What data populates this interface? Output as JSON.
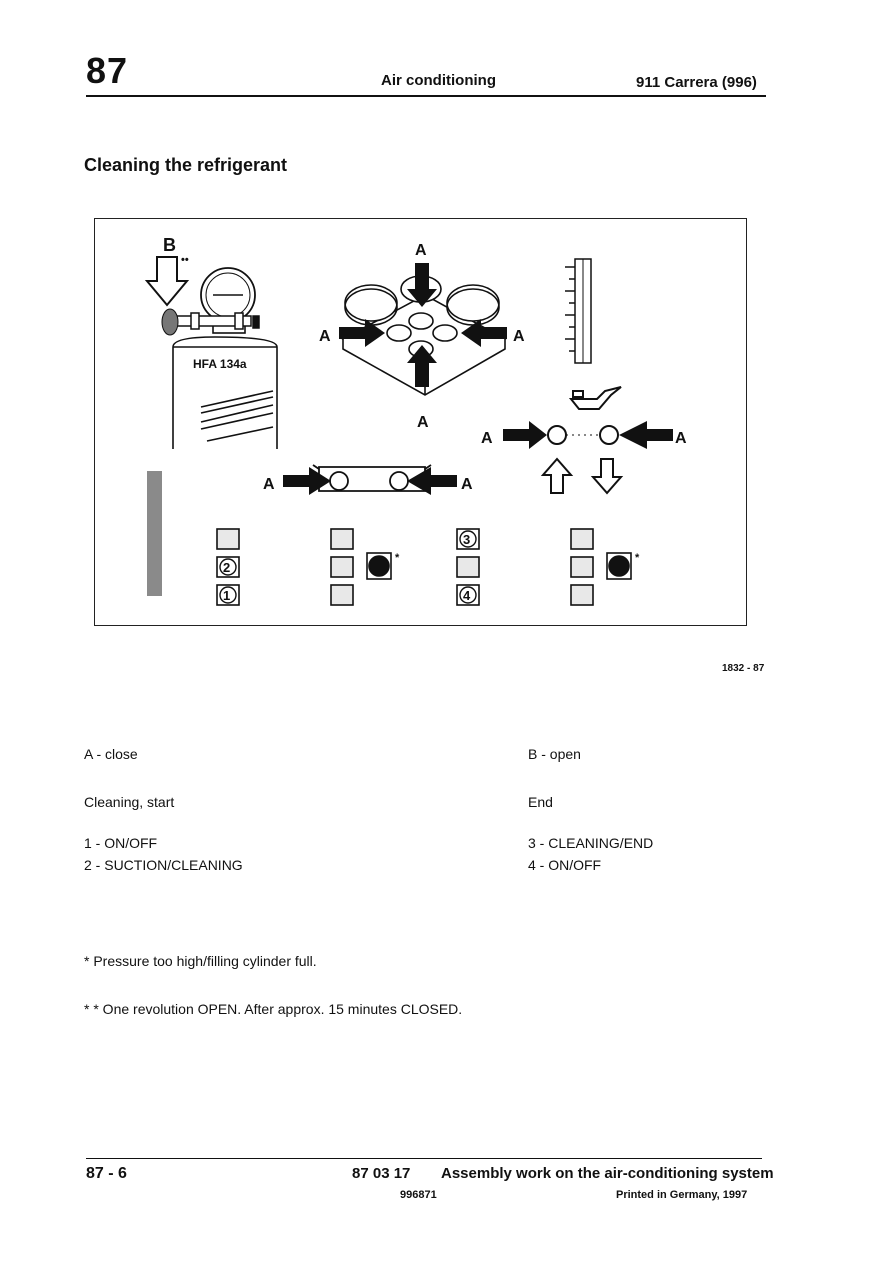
{
  "header": {
    "chapter": "87",
    "section": "Air conditioning",
    "model": "911 Carrera (996)"
  },
  "title": "Cleaning the refrigerant",
  "figure": {
    "reference": "1832 - 87",
    "label_a": "A",
    "label_b": "B",
    "double_star": "••",
    "star": "*",
    "cylinder_label": "HFA 134a",
    "panel_1_buttons": [
      "",
      "2",
      "1"
    ],
    "panel_2_buttons": [
      "",
      "",
      ""
    ],
    "panel_3_buttons": [
      "3",
      "",
      "4"
    ],
    "panel_4_buttons": [
      "",
      "",
      ""
    ],
    "colors": {
      "ink": "#111111",
      "gray_bar": "#8a8a8a",
      "light_fill": "#e8e8e8"
    }
  },
  "legend": {
    "a_close": "A - close",
    "b_open": "B - open",
    "start": "Cleaning, start",
    "end": "End",
    "item_1": "1 - ON/OFF",
    "item_2": "2 - SUCTION/CLEANING",
    "item_3": "3 - CLEANING/END",
    "item_4": "4 - ON/OFF"
  },
  "notes": {
    "note_1": "*  Pressure too high/filling cylinder full.",
    "note_2": "* * One revolution OPEN. After approx. 15 minutes CLOSED."
  },
  "footer": {
    "page": "87 - 6",
    "code": "87 03 17",
    "description": "Assembly work on the air-conditioning system",
    "part_number": "996871",
    "printed": "Printed in Germany, 1997"
  }
}
